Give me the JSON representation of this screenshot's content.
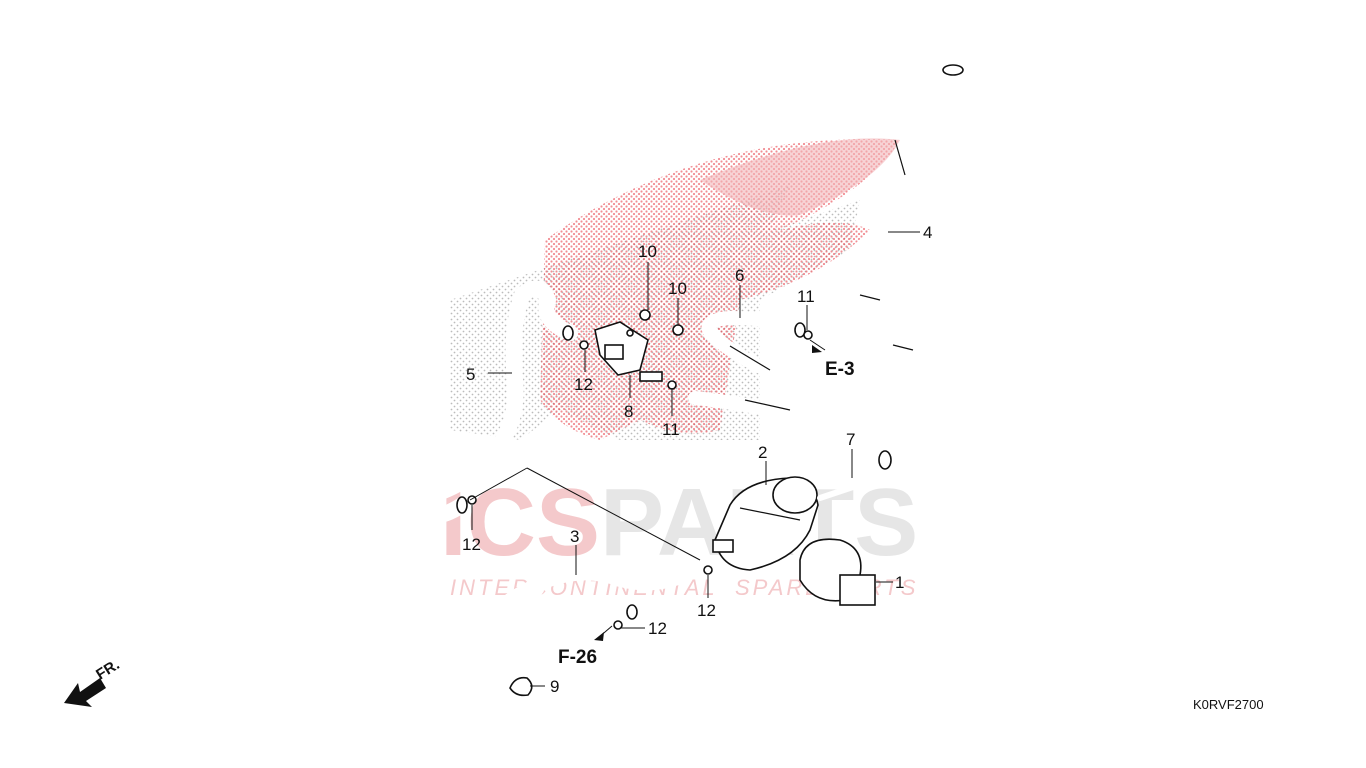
{
  "watermark": {
    "brand_left": "ICS",
    "brand_right": "PARTS",
    "tagline_a": "INTERCONTINENTAL",
    "tagline_b": "SPARE PARTS",
    "brand_color": "#e8323c",
    "grey_color": "#d9d9d9"
  },
  "callouts": {
    "p1": "1",
    "p2": "2",
    "p3": "3",
    "p4": "4",
    "p5": "5",
    "p6": "6",
    "p7": "7",
    "p8": "8",
    "p9": "9",
    "p10a": "10",
    "p10b": "10",
    "p11a": "11",
    "p11b": "11",
    "p12a": "12",
    "p12b": "12",
    "p12c": "12",
    "p12d": "12"
  },
  "references": {
    "e3": "E-3",
    "f26": "F-26"
  },
  "direction": {
    "label": "FR.",
    "icon": "arrow-front-icon"
  },
  "diagram_code": "K0RVF2700"
}
